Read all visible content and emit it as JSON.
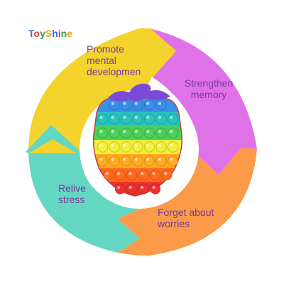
{
  "brand": {
    "logo_text": "ToyShine",
    "colors": [
      "#3a6fd1",
      "#e03a3a",
      "#2f9e45",
      "#f0a020"
    ]
  },
  "cycle": {
    "segments": [
      {
        "lines": [
          "Promote",
          "mental",
          "developmen"
        ],
        "color": "#f3d32c",
        "text_color": "#7a3b98"
      },
      {
        "lines": [
          "Strengthen",
          "memory"
        ],
        "color": "#e072e8",
        "text_color": "#7a3b98"
      },
      {
        "lines": [
          "Forget about",
          "worries"
        ],
        "color": "#fb9a49",
        "text_color": "#7a3b98"
      },
      {
        "lines": [
          "Relive",
          "stress"
        ],
        "color": "#63d7c1",
        "text_color": "#7a3b98"
      }
    ]
  },
  "product": {
    "name": "strawberry pop-it fidget toy",
    "row_colors": [
      "#3a8fe8",
      "#29c4c0",
      "#4bd15a",
      "#f4ef3a",
      "#ffab1f",
      "#ff6a1f",
      "#ef2f2f"
    ],
    "leaf_color": "#7a4bd6"
  }
}
